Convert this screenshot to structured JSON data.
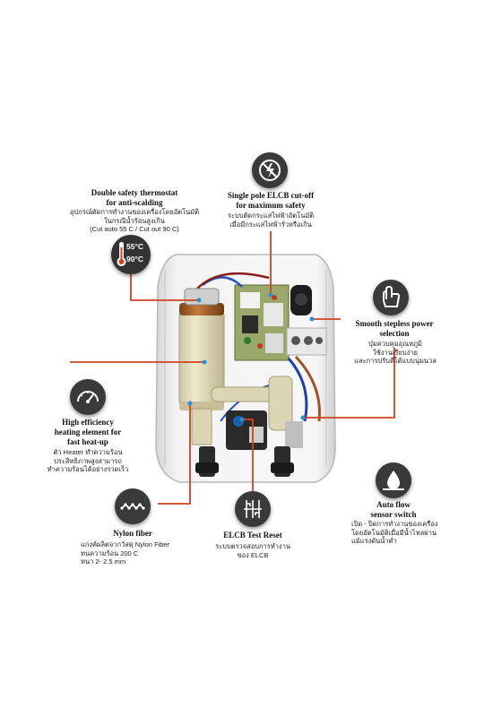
{
  "thermostat": {
    "title_lines": [
      "Double safety thermostat",
      "for anti-scalding"
    ],
    "desc_lines": [
      "อุปกรณ์ตัดการทำงานของเครื่องโดยอัตโนมัติ",
      "ในกรณีน้ำร้อนสูงเกิน",
      "(Cut auto 55 C / Cut out 90 C)"
    ],
    "temp_low": "55°C",
    "temp_high": "90°C",
    "icon": "thermometer-icon"
  },
  "elcb": {
    "title_lines": [
      "Single pole ELCB cut-off",
      "for maximum safety"
    ],
    "desc_lines": [
      "ระบบตัดกระแสไฟฟ้าอัตโนมัติ",
      "เมื่อมีกระแสไฟฟ้ารั่วหรือเกิน"
    ],
    "icon": "no-shock-icon"
  },
  "power_selection": {
    "title_lines": [
      "Smooth stepless power",
      "selection"
    ],
    "desc_lines": [
      "ปุ่มควบคุมอุณหภูมิ",
      "ใช้งานเรียบง่าย",
      "และการปรับดีได้แบบนุ่มนวล"
    ],
    "icon": "knob-hand-icon"
  },
  "heating": {
    "title_lines": [
      "High efficiency",
      "heating element for",
      "fast heat-up"
    ],
    "desc_lines": [
      "ตัว Heater ทำความร้อน",
      "ประสิทธิภาพสูงสามารถ",
      "ทำความร้อนได้อย่างรวดเร็ว"
    ],
    "icon": "gauge-icon"
  },
  "auto_flow": {
    "title_lines": [
      "Auto flow",
      "sensor switch"
    ],
    "desc_lines": [
      "เปิด - ปิดการทำงานของเครื่อง",
      "โดยอัตโนมัติเมื่อมีน้ำไหลผ่าน",
      "แม้แรงดันน้ำต่ำ"
    ],
    "icon": "water-drop-icon"
  },
  "nylon": {
    "title_lines": [
      "Nylon fiber"
    ],
    "desc_lines": [
      "แกงค์ผลิตจากวัสดุ Nylon Fiber",
      "ทนความร้อน 200 C",
      "หนา 2- 2.5 mm"
    ],
    "icon": "fiber-icon"
  },
  "test_reset": {
    "title_lines": [
      "ELCB Test Reset"
    ],
    "desc_lines": [
      "ระบบตรวจสอบการทำงาน",
      "ของ ELCB"
    ],
    "icon": "circuit-icon"
  },
  "colors": {
    "callout_line": "#d1421f",
    "icon_bg": "#3a3a3a",
    "dot": "#2b8fd6"
  }
}
